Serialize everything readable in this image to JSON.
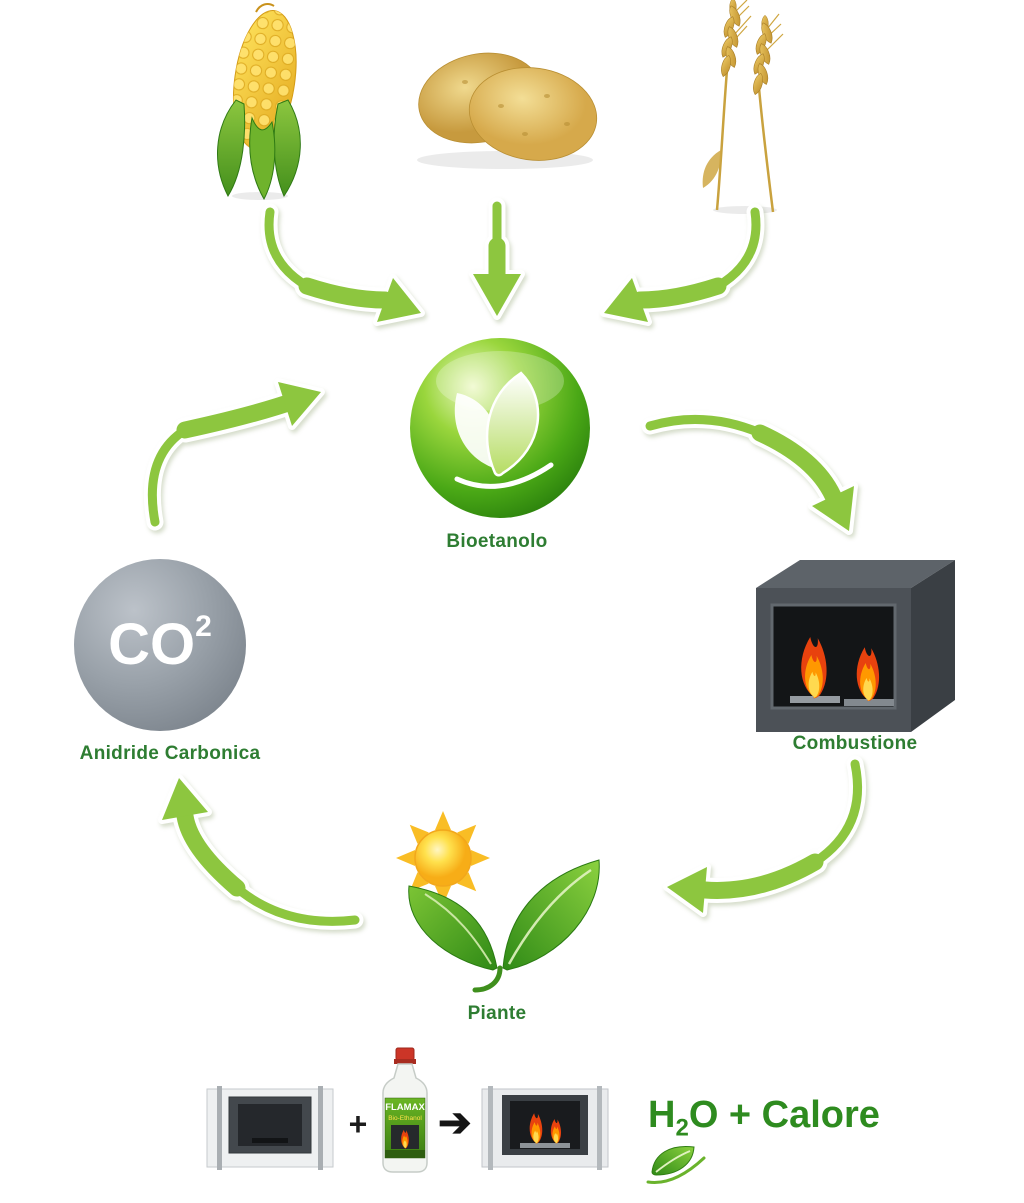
{
  "cycle": {
    "bioethanol_label": "Bioetanolo",
    "combustion_label": "Combustione",
    "plants_label": "Piante",
    "co2_label": "Anidride Carbonica",
    "co2_formula": "CO",
    "co2_superscript": "2"
  },
  "bottom_equation": {
    "plus": "+",
    "result_h": "H",
    "result_subscript": "2",
    "result_rest": "O + Calore"
  },
  "bottle": {
    "brand": "FLAMAX",
    "product": "Bio-Ethanol"
  },
  "icons": {
    "transform_arrow": "➔"
  },
  "colors": {
    "arrow_green": "#8dc63f",
    "label_green": "#2e7d32",
    "result_green": "#2e8b1f",
    "co2_gray": "#8a929a",
    "flame_orange": "#e8420e"
  }
}
